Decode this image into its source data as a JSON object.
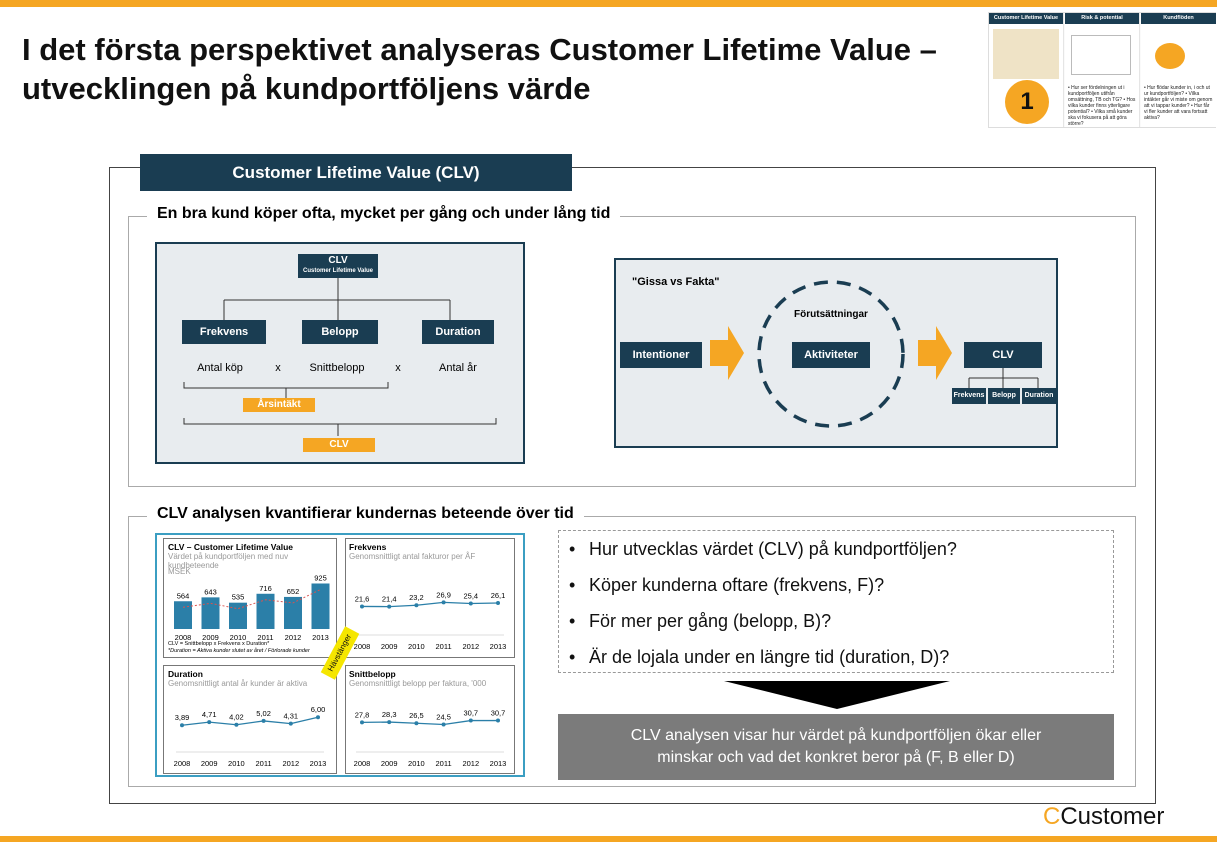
{
  "title": "I det första perspektivet analyseras Customer Lifetime Value – utvecklingen på kundportföljens värde",
  "thumbnails": {
    "tabs": [
      "Customer Lifetime Value",
      "Risk & potential",
      "Kundflöden"
    ],
    "step_number": "1",
    "col2_text": "• Hur ser fördelningen ut i kundportföljen utifrån omsättning, TB och TG? • Hos vilka kunder finns ytterligare potential? • Vilka små kunder ska vi fokusera på att göra större?",
    "col3_text": "• Hur flödar kunder in, i och ut ur kundportföljen? • Vilka intäkter går vi miste om genom att vi tappar kunder? • Hur får vi fler kunder att vara fortsatt aktiva?"
  },
  "clv_tab": "Customer Lifetime Value (CLV)",
  "section1": {
    "title": "En bra kund köper ofta, mycket per gång och under lång tid",
    "tree": {
      "root": "CLV",
      "root_sub": "Customer Lifetime Value",
      "children": [
        "Frekvens",
        "Belopp",
        "Duration"
      ],
      "terms": [
        "Antal köp",
        "Snittbelopp",
        "Antal år"
      ],
      "op": "x",
      "arsintakt": "Årsintäkt",
      "clv": "CLV"
    },
    "flow": {
      "label": "\"Gissa vs Fakta\"",
      "intentioner": "Intentioner",
      "forutsattningar": "Förutsättningar",
      "aktiviteter": "Aktiviteter",
      "clv": "CLV",
      "children": [
        "Frekvens",
        "Belopp",
        "Duration"
      ]
    }
  },
  "section2": {
    "title": "CLV analysen kvantifierar kundernas beteende över tid",
    "ribbon": "Hävstänger",
    "bullets": [
      "Hur utvecklas värdet (CLV) på kundportföljen?",
      "Köper kunderna oftare (frekvens, F)?",
      "För mer per gång (belopp, B)?",
      "Är de lojala under en längre tid (duration, D)?"
    ],
    "conclusion_1": "CLV analysen visar hur värdet på kundportföljen ökar eller",
    "conclusion_2": "minskar och vad det konkret beror på (F, B eller D)"
  },
  "chart_data": [
    {
      "type": "bar",
      "title": "CLV – Customer Lifetime Value",
      "subtitle": "Värdet på kundportföljen med nuv kundbeteende",
      "ylabel": "MSEK",
      "categories": [
        "2008",
        "2009",
        "2010",
        "2011",
        "2012",
        "2013"
      ],
      "values": [
        564,
        643,
        535,
        716,
        652,
        925
      ],
      "labels": [
        "564",
        "643",
        "535",
        "716",
        "652",
        "925"
      ],
      "ylim": [
        0,
        1000
      ],
      "note_1": "CLV = Snittbelopp x Frekvens x Duration*",
      "note_2": "*Duration = Aktiva kunder slutet av året / Förlorade kunder",
      "trend_color": "#d9534f",
      "bar_color": "#2b7fa8"
    },
    {
      "type": "line",
      "title": "Frekvens",
      "subtitle": "Genomsnittligt antal fakturor per ÅF",
      "categories": [
        "2008",
        "2009",
        "2010",
        "2011",
        "2012",
        "2013"
      ],
      "values": [
        21.6,
        21.4,
        23.2,
        26.9,
        25.4,
        26.1
      ],
      "labels": [
        "21,6",
        "21,4",
        "23,2",
        "26,9",
        "25,4",
        "26,1"
      ],
      "ylim": [
        0,
        60
      ]
    },
    {
      "type": "line",
      "title": "Duration",
      "subtitle": "Genomsnittligt antal år kunder är aktiva",
      "categories": [
        "2008",
        "2009",
        "2010",
        "2011",
        "2012",
        "2013"
      ],
      "values": [
        3.89,
        4.71,
        4.02,
        5.02,
        4.31,
        6.0
      ],
      "labels": [
        "3,89",
        "4,71",
        "4,02",
        "5,02",
        "4,31",
        "6,00"
      ],
      "ylim": [
        0,
        10
      ]
    },
    {
      "type": "line",
      "title": "Snittbelopp",
      "subtitle": "Genomsnittligt belopp per faktura, '000",
      "categories": [
        "2008",
        "2009",
        "2010",
        "2011",
        "2012",
        "2013"
      ],
      "values": [
        27.8,
        28.3,
        26.5,
        24.5,
        30.7,
        30.7
      ],
      "labels": [
        "27,8",
        "28,3",
        "26,5",
        "24,5",
        "30,7",
        "30,7"
      ],
      "ylim": [
        0,
        60
      ]
    }
  ],
  "logo": {
    "c": "C",
    "text": "Customer"
  },
  "colors": {
    "navy": "#1a3d52",
    "orange": "#f5a623",
    "grey": "#7b7b7b",
    "blue": "#2b7fa8"
  }
}
